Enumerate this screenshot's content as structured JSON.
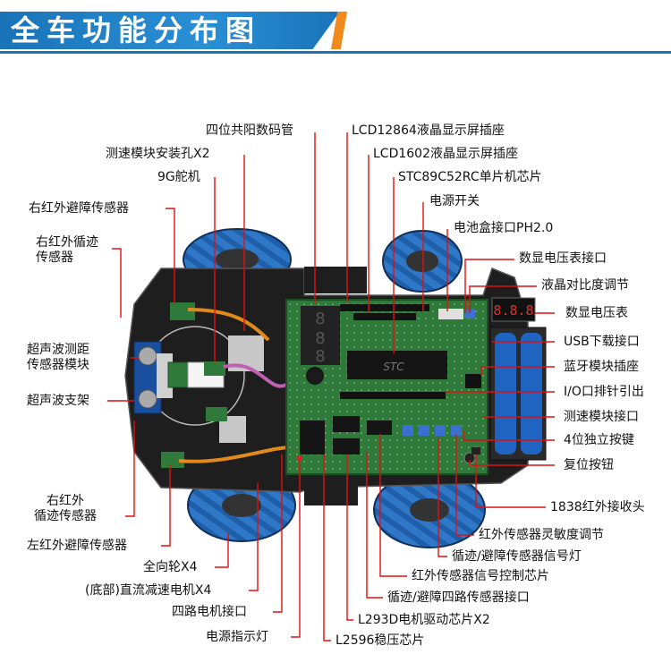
{
  "title": "全车功能分布图",
  "colors": {
    "title_bg": "#1a73b8",
    "title_accent": "#f08a1c",
    "leader": "#e01010",
    "board": "#2f7a3a",
    "chassis": "#1e1e1e",
    "wheel_roller": "#2f78c8"
  },
  "labels": {
    "seg7": "四位共阳数码管",
    "lcd12864": "LCD12864液晶显示屏插座",
    "speed_holes": "测速模块安装孔X2",
    "lcd1602": "LCD1602液晶显示屏插座",
    "servo": "9G舵机",
    "mcu": "STC89C52RC单片机芯片",
    "ir_avoid_right": "右红外避障传感器",
    "power_switch": "电源开关",
    "battery_port": "电池盒接口PH2.0",
    "ir_track_right_top": "右红外循迹\n传感器",
    "voltmeter_port": "数显电压表接口",
    "lcd_contrast": "液晶对比度调节",
    "voltmeter": "数显电压表",
    "ultrasonic_module": "超声波测距\n传感器模块",
    "usb": "USB下载接口",
    "bluetooth": "蓝牙模块插座",
    "ultrasonic_bracket": "超声波支架",
    "io_header": "I/O口排针引出",
    "speed_port": "测速模块接口",
    "keys": "4位独立按键",
    "reset": "复位按钮",
    "ir_track_right_bottom": "右红外\n循迹传感器",
    "ir_receiver": "1838红外接收头",
    "ir_avoid_left": "左红外避障传感器",
    "ir_sensitivity": "红外传感器灵敏度调节",
    "omni_wheel": "全向轮X4",
    "track_led": "循迹/避障传感器信号灯",
    "dc_motor": "(底部)直流减速电机X4",
    "ir_chip": "红外传感器信号控制芯片",
    "motor_port": "四路电机接口",
    "sensor_port": "循迹/避障四路传感器接口",
    "l293d": "L293D电机驱动芯片X2",
    "power_led": "电源指示灯",
    "lm2596": "L2596稳压芯片"
  },
  "board_text": {
    "voltmeter_reading": "8.8.8",
    "mcu_logo": "STC"
  }
}
